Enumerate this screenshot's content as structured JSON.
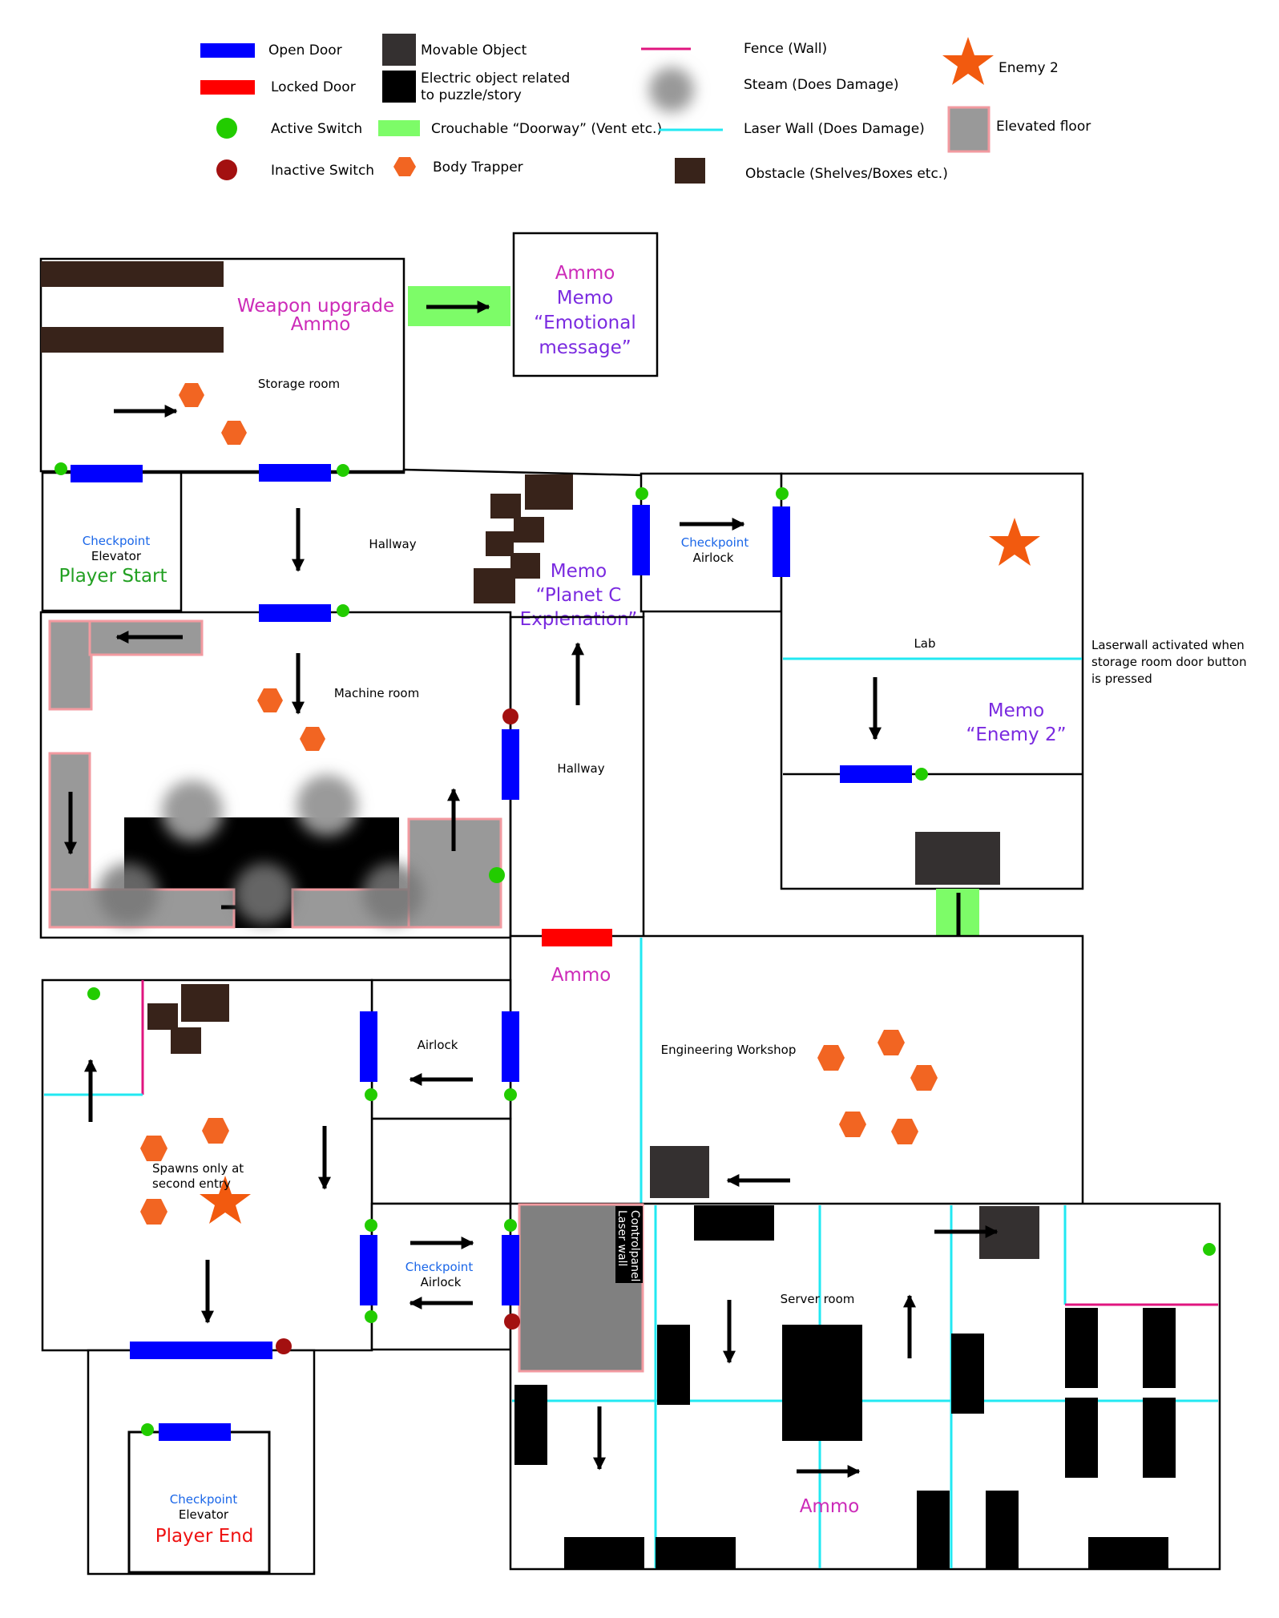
{
  "legend": {
    "open_door": "Open Door",
    "locked_door": "Locked Door",
    "active_switch": "Active Switch",
    "inactive_switch": "Inactive Switch",
    "movable_object": "Movable Object",
    "electric_object_1": "Electric object related",
    "electric_object_2": "to puzzle/story",
    "crouchable": "Crouchable “Doorway” (Vent etc.)",
    "body_trapper": "Body Trapper",
    "fence": "Fence (Wall)",
    "steam": "Steam (Does Damage)",
    "laser_wall": "Laser Wall (Does Damage)",
    "obstacle": "Obstacle (Shelves/Boxes etc.)",
    "enemy2": "Enemy 2",
    "elevated_floor": "Elevated floor"
  },
  "rooms": {
    "storage": {
      "name": "Storage room",
      "loot_1": "Weapon upgrade",
      "loot_2": "Ammo"
    },
    "ammo_room": {
      "line1": "Ammo",
      "line2": "Memo",
      "line3": "“Emotional",
      "line4": "message”"
    },
    "start": {
      "checkpoint": "Checkpoint",
      "kind": "Elevator",
      "title": "Player Start"
    },
    "hallway_top": {
      "name": "Hallway"
    },
    "memo_planet": {
      "line1": "Memo",
      "line2": "“Planet C",
      "line3": "Explenation”"
    },
    "airlock_top": {
      "checkpoint": "Checkpoint",
      "name": "Airlock"
    },
    "lab": {
      "name": "Lab",
      "memo_1": "Memo",
      "memo_2": "“Enemy 2”",
      "note_1": "Laserwall activated when",
      "note_2": "storage room door button",
      "note_3": "is pressed"
    },
    "machine": {
      "name": "Machine room"
    },
    "hallway_mid": {
      "name": "Hallway"
    },
    "ammo_mid": {
      "label": "Ammo"
    },
    "engineering": {
      "name": "Engineering Workshop"
    },
    "airlock_mid": {
      "name": "Airlock"
    },
    "spawn_room": {
      "note_1": "Spawns only at",
      "note_2": "second entry"
    },
    "airlock_low": {
      "checkpoint": "Checkpoint",
      "name": "Airlock"
    },
    "control": {
      "line1": "Controlpanel",
      "line2": "Laser wall"
    },
    "server": {
      "name": "Server room",
      "ammo": "Ammo"
    },
    "end": {
      "checkpoint": "Checkpoint",
      "kind": "Elevator",
      "title": "Player End"
    }
  },
  "colors": {
    "open_door": "#0000ff",
    "locked_door": "#ff0000",
    "active_switch": "#22cc00",
    "inactive_switch": "#a31010",
    "movable": "#343030",
    "electric": "#000000",
    "vent": "#7dfc68",
    "trapper": "#f26522",
    "fence": "#e0157f",
    "laser": "#22e8f2",
    "obstacle": "#38231a",
    "enemy": "#f25a0f",
    "elevated": "#999999",
    "elevated_border": "#f29aa0",
    "magenta_text": "#cc2ab8",
    "purple_text": "#7a2ae0",
    "blue_text": "#1a66e8",
    "green_text": "#22a022",
    "red_text": "#ee1111"
  }
}
